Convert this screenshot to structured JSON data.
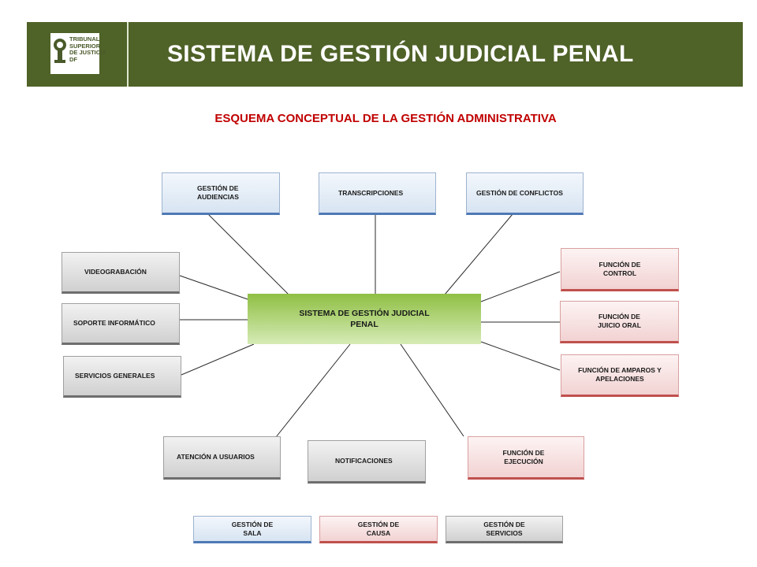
{
  "header": {
    "title": "SISTEMA DE GESTIÓN JUDICIAL PENAL",
    "logo": {
      "name": "tribunal-logo",
      "lines": "TRIBUNAL\nSUPERIOR\nDE JUSTICIA\nDF"
    }
  },
  "diagram": {
    "subtitle": "ESQUEMA CONCEPTUAL DE LA GESTIÓN ADMINISTRATIVA",
    "center": "SISTEMA DE GESTIÓN JUDICIAL PENAL",
    "nodes": {
      "gestion_audiencias": "GESTIÓN DE AUDIENCIAS",
      "transcripciones": "TRANSCRIPCIONES",
      "gestion_conflictos": "GESTIÓN DE CONFLICTOS",
      "videograbacion": "VIDEOGRABACIÓN",
      "soporte_informatico": "SOPORTE INFORMÁTICO",
      "servicios_generales": "SERVICIOS GENERALES",
      "funcion_control": "FUNCIÓN DE CONTROL",
      "funcion_juicio_oral": "FUNCIÓN DE JUICIO ORAL",
      "funcion_amparos": "FUNCIÓN DE AMPAROS Y APELACIONES",
      "atencion_usuarios": "ATENCIÓN A USUARIOS",
      "notificaciones": "NOTIFICACIONES",
      "funcion_ejecucion": "FUNCIÓN DE EJECUCIÓN"
    },
    "legend": {
      "sala": "GESTIÓN DE SALA",
      "causa": "GESTIÓN DE CAUSA",
      "servicios": "GESTIÓN DE SERVICIOS"
    },
    "colors": {
      "header_bg": "#4f6228",
      "subtitle": "#c00000",
      "center_fill": "#8fbf44",
      "blue_accent": "#4f79b5",
      "pink_accent": "#c0504d",
      "gray_accent": "#6e6e6e"
    }
  }
}
